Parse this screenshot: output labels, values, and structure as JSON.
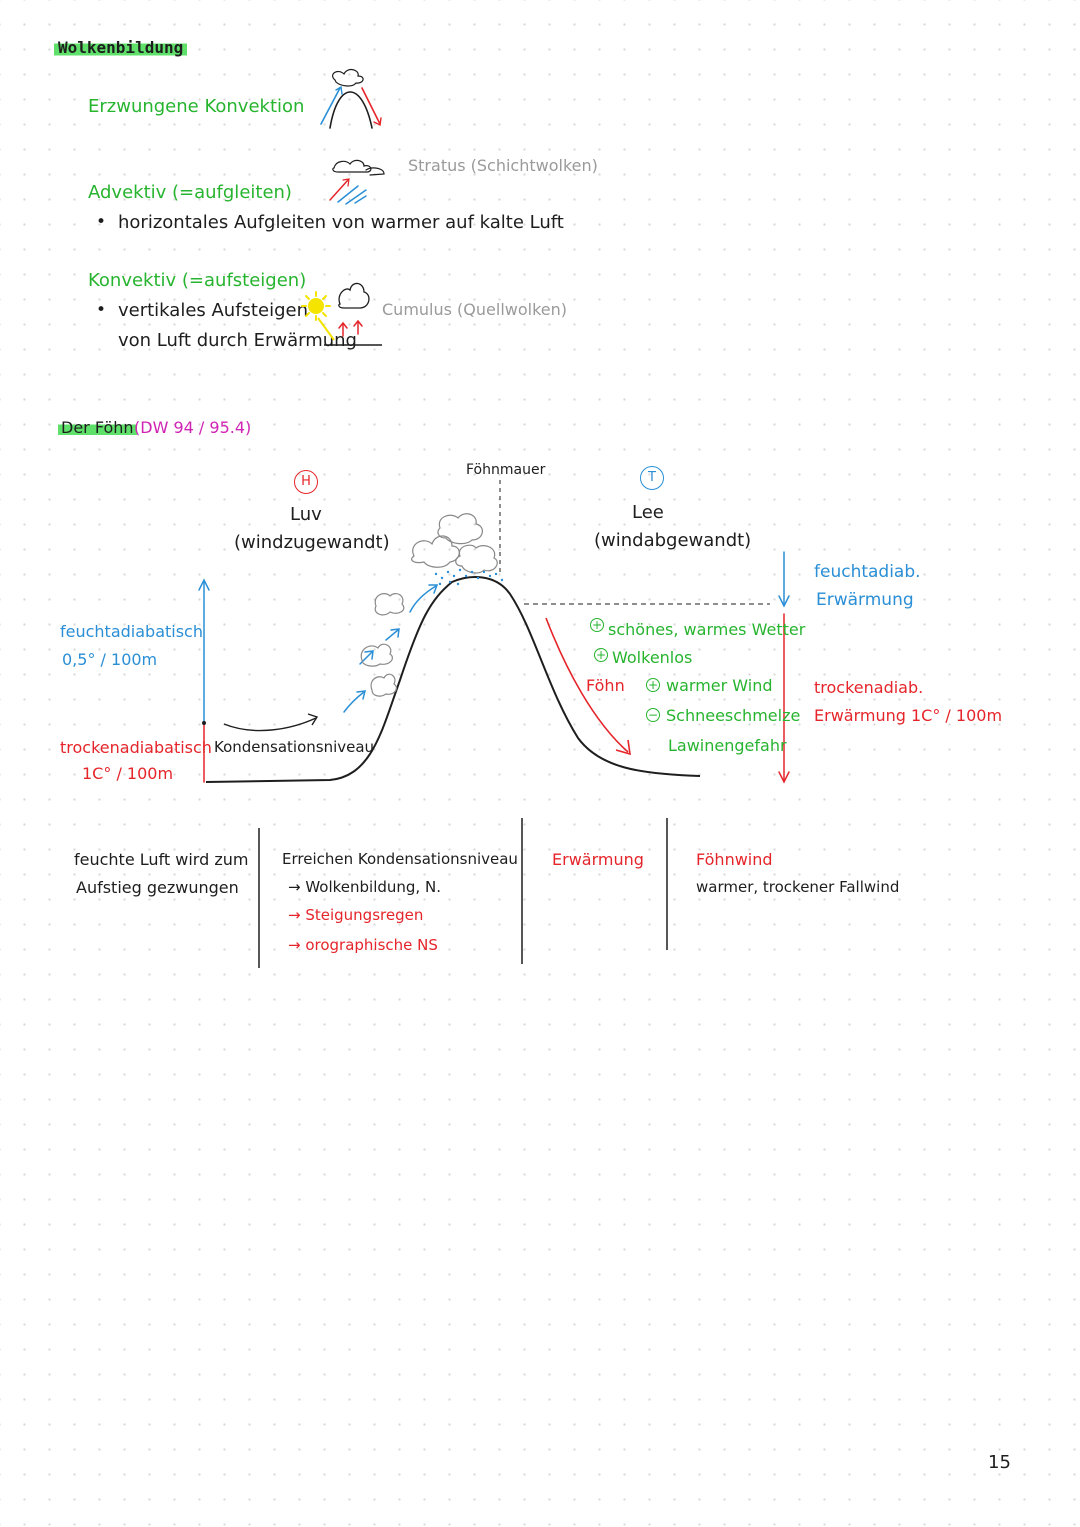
{
  "section1": {
    "title": "Wolkenbildung",
    "forced": "Erzwungene Konvektion",
    "stratus": "Stratus (Schichtwolken)",
    "advektiv_head": "Advektiv (=aufgleiten)",
    "advektiv_bullet": "horizontales Aufgleiten von warmer auf kalte Luft",
    "konvektiv_head": "Konvektiv (=aufsteigen)",
    "konvektiv_bullet_1": "vertikales Aufsteigen",
    "konvektiv_bullet_2": "von Luft durch Erwärmung",
    "cumulus": "Cumulus (Quellwolken)"
  },
  "section2": {
    "title": "Der Föhn",
    "ref": "(DW 94 / 95.4)",
    "foehnmauer": "Föhnmauer",
    "high_symbol": "H",
    "low_symbol": "T",
    "luv": "Luv",
    "luv_desc": "(windzugewandt)",
    "lee": "Lee",
    "lee_desc": "(windabgewandt)",
    "left_feucht_1": "feuchtadiabatisch",
    "left_feucht_2": "0,5° / 100m",
    "left_trocken_1": "trockenadiabatisch",
    "left_trocken_2": "1C° / 100m",
    "kondensationsniveau": "Kondensationsniveau",
    "right_feucht_1": "feuchtadiab.",
    "right_feucht_2": "Erwärmung",
    "right_trocken_1": "trockenadiab.",
    "right_trocken_2": "Erwärmung 1C° / 100m",
    "plus_symbol": "+",
    "minus_symbol": "−",
    "good_weather": "schönes, warmes Wetter",
    "cloudless": "Wolkenlos",
    "foehn_label": "Föhn",
    "warm_wind": "warmer Wind",
    "snowmelt": "Schneeschmelze",
    "avalanche": "Lawinengefahr"
  },
  "table": {
    "col1_line1": "feuchte Luft wird zum",
    "col1_line2": "Aufstieg gezwungen",
    "col2_line1": "Erreichen Kondensationsniveau",
    "col2_line2": "→ Wolkenbildung, N.",
    "col2_line3": "→ Steigungsregen",
    "col2_line4": "→ orographische NS",
    "col3_line1": "Erwärmung",
    "col4_line1": "Föhnwind",
    "col4_line2": "warmer, trockener Fallwind"
  },
  "page_number": "15",
  "colors": {
    "green": "#27b42f",
    "blue": "#2a8fd6",
    "red": "#e5252a",
    "highlight": "#5fe06a",
    "sun": "#f5e400"
  }
}
